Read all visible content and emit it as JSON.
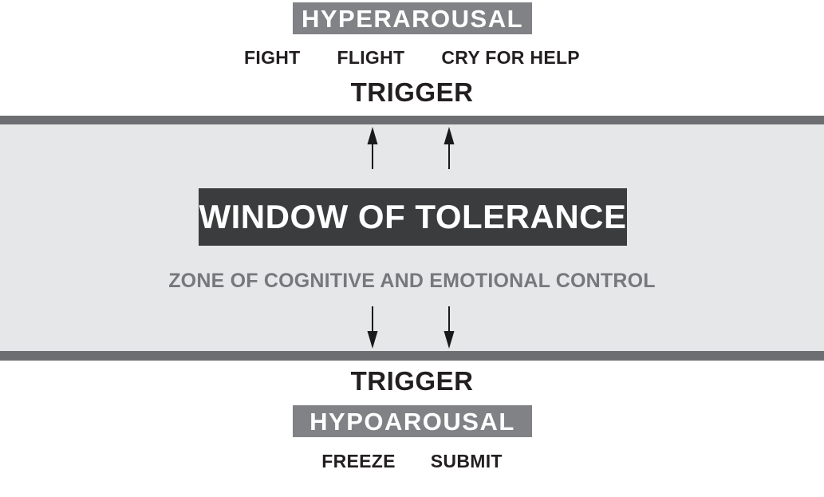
{
  "colors": {
    "banner_gray": "#808285",
    "bar_gray": "#6d6e71",
    "band_gray": "#e6e7e8",
    "dark_box": "#3b3c3e",
    "text_dark": "#231f20",
    "subtitle_gray": "#77787b",
    "arrow_black": "#1a1a1a",
    "white": "#ffffff"
  },
  "diagram": {
    "hyperarousal": {
      "label": "HYPERAROUSAL",
      "responses": [
        "FIGHT",
        "FLIGHT",
        "CRY FOR HELP"
      ],
      "trigger_label": "TRIGGER"
    },
    "window": {
      "title": "WINDOW OF TOLERANCE",
      "subtitle": "ZONE OF COGNITIVE AND EMOTIONAL CONTROL"
    },
    "hypoarousal": {
      "trigger_label": "TRIGGER",
      "label": "HYPOAROUSAL",
      "responses": [
        "FREEZE",
        "SUBMIT"
      ]
    }
  }
}
